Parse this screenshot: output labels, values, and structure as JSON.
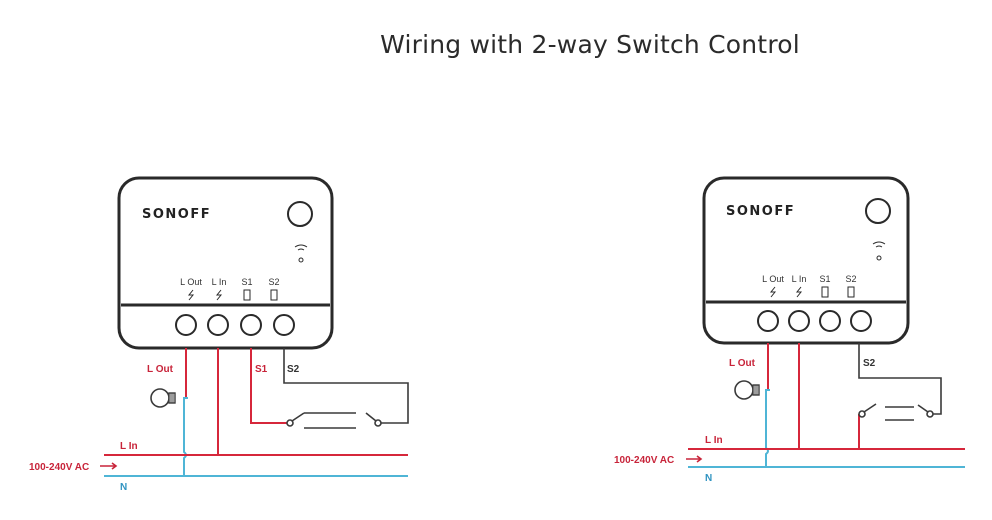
{
  "title": "Wiring with 2-way Switch Control",
  "device": {
    "brand": "SONOFF",
    "terminals": [
      "L Out",
      "L In",
      "S1",
      "S2"
    ]
  },
  "wire_labels": {
    "l_out": "L Out",
    "s1": "S1",
    "s2": "S2",
    "l_in": "L In",
    "n": "N",
    "voltage": "100-240V AC"
  },
  "colors": {
    "live": "#d6273b",
    "neutral": "#4fb5d6",
    "switch": "#3a3a3a"
  }
}
